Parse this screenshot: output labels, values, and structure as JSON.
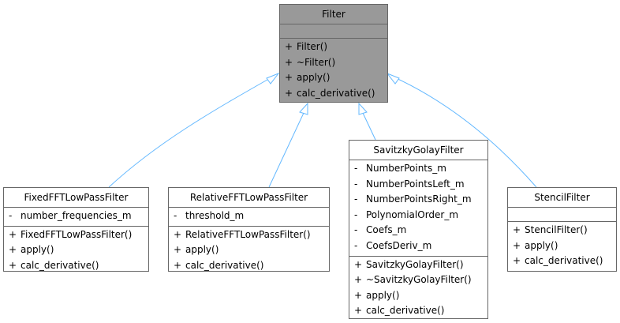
{
  "diagram": {
    "base": {
      "name": "Filter",
      "attributes": [],
      "methods": [
        {
          "vis": "+",
          "text": "Filter()"
        },
        {
          "vis": "+",
          "text": "~Filter()"
        },
        {
          "vis": "+",
          "text": "apply()"
        },
        {
          "vis": "+",
          "text": "calc_derivative()"
        }
      ]
    },
    "fixed": {
      "name": "FixedFFTLowPassFilter",
      "attributes": [
        {
          "vis": "-",
          "text": "number_frequencies_m"
        }
      ],
      "methods": [
        {
          "vis": "+",
          "text": "FixedFFTLowPassFilter()"
        },
        {
          "vis": "+",
          "text": "apply()"
        },
        {
          "vis": "+",
          "text": "calc_derivative()"
        }
      ]
    },
    "relative": {
      "name": "RelativeFFTLowPassFilter",
      "attributes": [
        {
          "vis": "-",
          "text": "threshold_m"
        }
      ],
      "methods": [
        {
          "vis": "+",
          "text": "RelativeFFTLowPassFilter()"
        },
        {
          "vis": "+",
          "text": "apply()"
        },
        {
          "vis": "+",
          "text": "calc_derivative()"
        }
      ]
    },
    "savitzky": {
      "name": "SavitzkyGolayFilter",
      "attributes": [
        {
          "vis": "-",
          "text": "NumberPoints_m"
        },
        {
          "vis": "-",
          "text": "NumberPointsLeft_m"
        },
        {
          "vis": "-",
          "text": "NumberPointsRight_m"
        },
        {
          "vis": "-",
          "text": "PolynomialOrder_m"
        },
        {
          "vis": "-",
          "text": "Coefs_m"
        },
        {
          "vis": "-",
          "text": "CoefsDeriv_m"
        }
      ],
      "methods": [
        {
          "vis": "+",
          "text": "SavitzkyGolayFilter()"
        },
        {
          "vis": "+",
          "text": "~SavitzkyGolayFilter()"
        },
        {
          "vis": "+",
          "text": "apply()"
        },
        {
          "vis": "+",
          "text": "calc_derivative()"
        }
      ]
    },
    "stencil": {
      "name": "StencilFilter",
      "attributes": [],
      "methods": [
        {
          "vis": "+",
          "text": "StencilFilter()"
        },
        {
          "vis": "+",
          "text": "apply()"
        },
        {
          "vis": "+",
          "text": "calc_derivative()"
        }
      ]
    },
    "colors": {
      "edge": "#63b8ff",
      "base_fill": "#999999",
      "node_fill": "#ffffff",
      "border": "#666666"
    }
  }
}
